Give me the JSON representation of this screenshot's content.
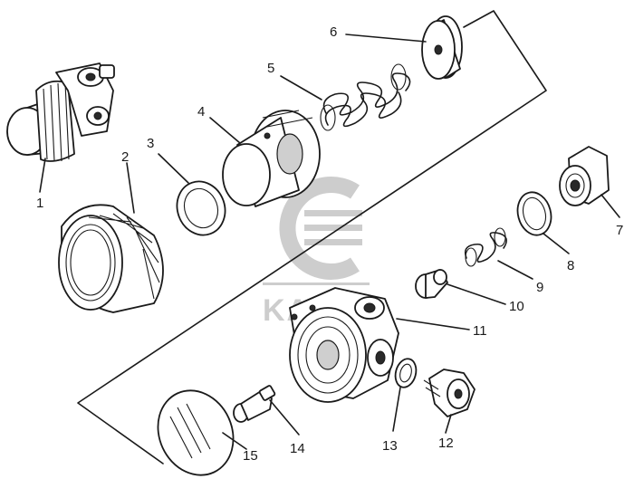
{
  "diagram": {
    "part_numbers": [
      "1",
      "2",
      "3",
      "4",
      "5",
      "6",
      "7",
      "8",
      "9",
      "10",
      "11",
      "12",
      "13",
      "14",
      "15"
    ]
  },
  "watermark": {
    "text": "KAMAZ",
    "color": "#c8c8c8"
  }
}
